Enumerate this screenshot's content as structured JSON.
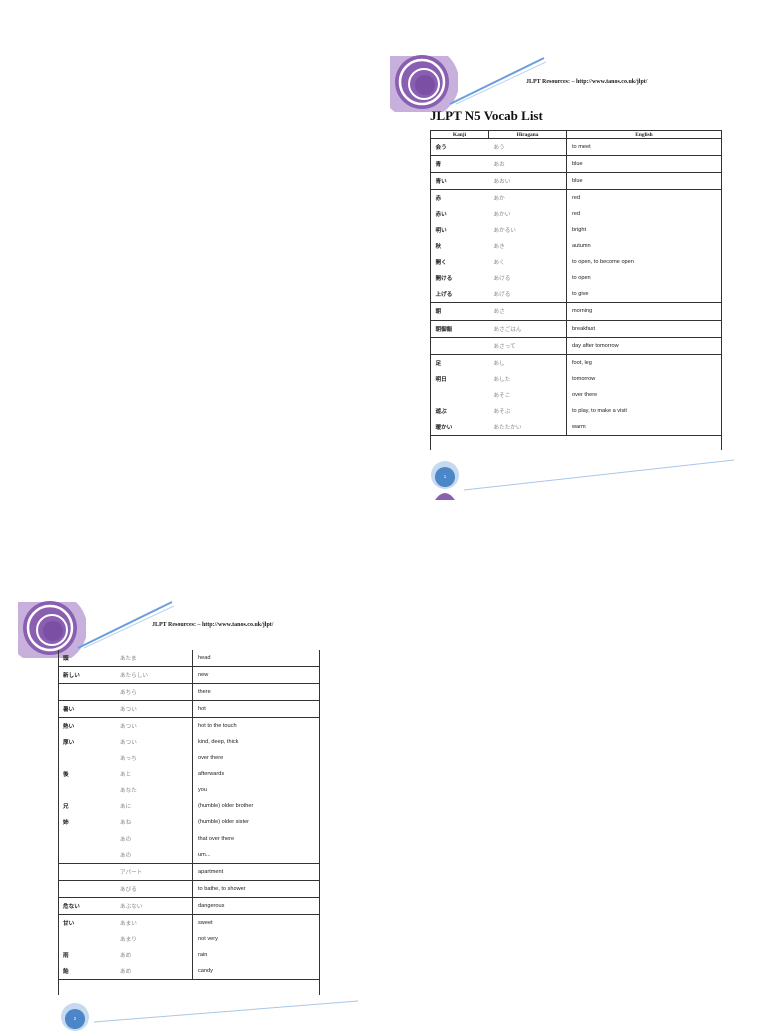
{
  "colors": {
    "logo_purple": "#8a5fb2",
    "logo_light": "#c7b0dc",
    "rule_blue": "#6a9fdc",
    "icon_blue": "#4a86c8"
  },
  "page1": {
    "resources": "JLPT Resources: – http://www.tanos.co.uk/jlpt/",
    "title": "JLPT N5 Vocab List",
    "columns": [
      "Kanji",
      "Hiragana",
      "English"
    ],
    "page_number": "1",
    "rows": [
      {
        "kanji": "会う",
        "kana": "あう",
        "english": "to meet"
      },
      {
        "kanji": "青",
        "kana": "あお",
        "english": "blue"
      },
      {
        "kanji": "青い",
        "kana": "あおい",
        "english": "blue"
      },
      {
        "kanji": "赤",
        "kana": "あか",
        "english": "red"
      },
      {
        "kanji": "赤い",
        "kana": "あかい",
        "english": "red"
      },
      {
        "kanji": "明い",
        "kana": "あかるい",
        "english": "bright"
      },
      {
        "kanji": "秋",
        "kana": "あき",
        "english": "autumn"
      },
      {
        "kanji": "開く",
        "kana": "あく",
        "english": "to open, to become open"
      },
      {
        "kanji": "開ける",
        "kana": "あける",
        "english": "to open"
      },
      {
        "kanji": "上げる",
        "kana": "あげる",
        "english": "to give"
      },
      {
        "kanji": "朝",
        "kana": "あさ",
        "english": "morning"
      },
      {
        "kanji": "朝御飯",
        "kana": "あさごはん",
        "english": "breakfast"
      },
      {
        "kanji": "",
        "kana": "あさって",
        "english": "day after tomorrow"
      },
      {
        "kanji": "足",
        "kana": "あし",
        "english": "foot, leg"
      },
      {
        "kanji": "明日",
        "kana": "あした",
        "english": "tomorrow"
      },
      {
        "kanji": "",
        "kana": "あそこ",
        "english": "over there"
      },
      {
        "kanji": "遊ぶ",
        "kana": "あそぶ",
        "english": "to play, to make a visit"
      },
      {
        "kanji": "暖かい",
        "kana": "あたたかい",
        "english": "warm"
      }
    ]
  },
  "page2": {
    "resources": "JLPT Resources: – http://www.tanos.co.uk/jlpt/",
    "page_number": "2",
    "rows": [
      {
        "kanji": "頭",
        "kana": "あたま",
        "english": "head"
      },
      {
        "kanji": "新しい",
        "kana": "あたらしい",
        "english": "new"
      },
      {
        "kanji": "",
        "kana": "あちら",
        "english": "there"
      },
      {
        "kanji": "暑い",
        "kana": "あつい",
        "english": "hot"
      },
      {
        "kanji": "熱い",
        "kana": "あつい",
        "english": "hot to the touch"
      },
      {
        "kanji": "厚い",
        "kana": "あつい",
        "english": "kind, deep, thick"
      },
      {
        "kanji": "",
        "kana": "あっち",
        "english": "over there"
      },
      {
        "kanji": "後",
        "kana": "あと",
        "english": "afterwards"
      },
      {
        "kanji": "",
        "kana": "あなた",
        "english": "you"
      },
      {
        "kanji": "兄",
        "kana": "あに",
        "english": "(humble) older brother"
      },
      {
        "kanji": "姉",
        "kana": "あね",
        "english": "(humble) older sister"
      },
      {
        "kanji": "",
        "kana": "あの",
        "english": "that over there"
      },
      {
        "kanji": "",
        "kana": "あの",
        "english": "um..."
      },
      {
        "kanji": "",
        "kana": "アパート",
        "english": "apartment"
      },
      {
        "kanji": "",
        "kana": "あびる",
        "english": "to bathe, to shower"
      },
      {
        "kanji": "危ない",
        "kana": "あぶない",
        "english": "dangerous"
      },
      {
        "kanji": "甘い",
        "kana": "あまい",
        "english": "sweet"
      },
      {
        "kanji": "",
        "kana": "あまり",
        "english": "not very"
      },
      {
        "kanji": "雨",
        "kana": "あめ",
        "english": "rain"
      },
      {
        "kanji": "飴",
        "kana": "あめ",
        "english": "candy"
      }
    ]
  }
}
